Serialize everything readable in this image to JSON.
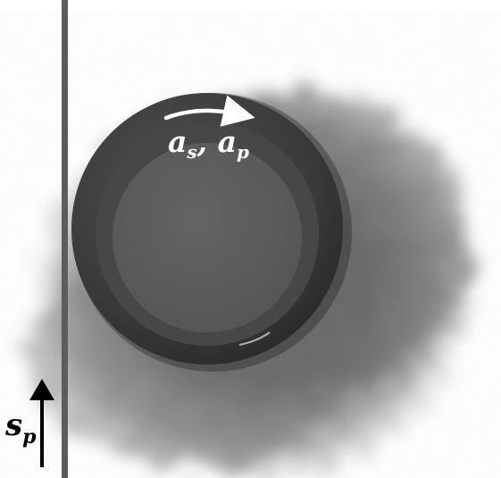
{
  "labels": {
    "orbital_base": "a",
    "orbital_sub1": "s",
    "orbital_sep": ", ",
    "orbital_base2": "a",
    "orbital_sub2": "p",
    "velocity_base": "s",
    "velocity_sub": "p"
  },
  "colors": {
    "background": "#ffffff",
    "cloud": "#5a5a5a",
    "rod": "#5c5c5c",
    "sphere_outer": "#3d3d3d",
    "sphere_ring": "#4a4a4a",
    "sphere_inner": "#5b5b5b",
    "arrow_orbit": "#ffffff",
    "arrow_velocity": "#000000",
    "label_orbit": "#ffffff",
    "label_velocity": "#000000"
  },
  "icons": {
    "orbit_arrow": "curved-right-arrow-icon",
    "velocity_arrow": "up-arrow-icon"
  }
}
